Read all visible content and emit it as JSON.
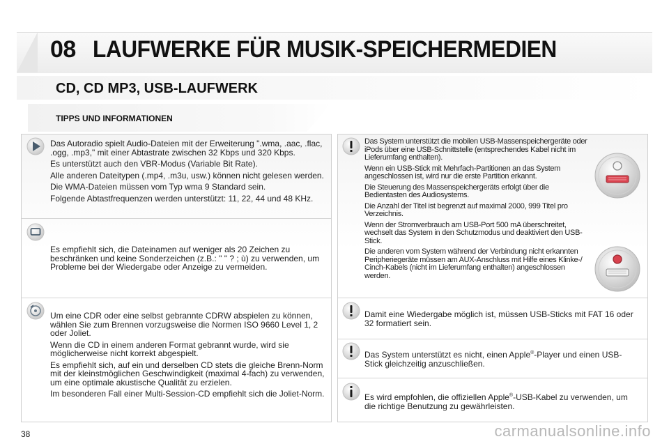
{
  "header": {
    "chapter_number": "08",
    "chapter_title": "LAUFWERKE FÜR MUSIK-SPEICHERMEDIEN",
    "section_title": "CD, CD MP3, USB-LAUFWERK",
    "subsection_title": "TIPPS UND INFORMATIONEN"
  },
  "left": {
    "block1": [
      "Das Autoradio spielt Audio-Dateien mit der Erweiterung \".wma, .aac, .flac, .ogg, .mp3,\" mit einer Abtastrate zwischen 32 Kbps und 320 Kbps.",
      "Es unterstützt auch den VBR-Modus (Variable Bit Rate).",
      "Alle anderen Dateitypen (.mp4, .m3u, usw.) können nicht gelesen werden.",
      "Die WMA-Dateien müssen vom Typ wma 9 Standard sein.",
      "Folgende Abtastfrequenzen werden unterstützt: 11, 22, 44 und 48 KHz."
    ],
    "block2": [
      "Es empfiehlt sich, die Dateinamen auf weniger als 20 Zeichen zu beschränken und keine Sonderzeichen (z.B.: \" \" ? ; ù) zu verwenden, um Probleme bei der Wiedergabe oder Anzeige zu vermeiden."
    ],
    "block3": [
      "Um eine CDR oder eine selbst gebrannte CDRW abspielen zu können, wählen Sie zum Brennen vorzugsweise die Normen ISO 9660 Level 1, 2 oder Joliet.",
      "Wenn die CD in einem anderen Format gebrannt wurde, wird sie möglicherweise nicht korrekt abgespielt.",
      "Es empfiehlt sich, auf ein und derselben CD stets die gleiche Brenn-Norm mit der kleinstmöglichen Geschwindigkeit (maximal 4-fach) zu verwenden, um eine optimale akustische Qualität zu erzielen.",
      "Im besonderen Fall einer Multi-Session-CD empfiehlt sich die Joliet-Norm."
    ]
  },
  "right": {
    "block1": [
      "Das System unterstützt die mobilen USB-Massenspeichergeräte oder iPods über eine USB-Schnittstelle (entsprechendes Kabel nicht im Lieferumfang enthalten).",
      "Wenn ein USB-Stick mit Mehrfach-Partitionen an das System angeschlossen ist, wird nur die erste Partition erkannt.",
      "Die Steuerung des Massenspeichergeräts erfolgt über die Bedientasten des Audiosystems.",
      "Die Anzahl der Titel ist begrenzt auf maximal 2000, 999 Titel pro Verzeichnis.",
      "Wenn der Stromverbrauch am USB-Port 500 mA überschreitet, wechselt das System in den Schutzmodus und deaktiviert den USB-Stick.",
      "Die anderen vom System während der Verbindung nicht erkannten Peripheriegeräte müssen am AUX-Anschluss mit Hilfe eines Klinke-/ Cinch-Kabels (nicht im Lieferumfang enthalten) angeschlossen werden."
    ],
    "block2": "Damit eine Wiedergabe möglich ist, müssen USB-Sticks mit FAT 16 oder 32 formatiert sein.",
    "block3_a": "Das System unterstützt es nicht, einen Apple",
    "block3_sup": "®",
    "block3_b": "-Player und einen USB-Stick gleichzeitig anzuschließen.",
    "block4_a": "Es wird empfohlen, die offiziellen Apple",
    "block4_sup": "®",
    "block4_b": "-USB-Kabel zu verwenden, um die richtige Benutzung zu gewährleisten."
  },
  "footer": {
    "page_number": "38",
    "watermark": "carmanualsonline.info"
  },
  "icons": {
    "play": "play-icon",
    "screen": "screen-icon",
    "disc": "disc-icon",
    "warning": "warning-icon",
    "info": "info-icon",
    "usb_port": "usb-port-icon"
  },
  "colors": {
    "usb_accent": "#d9424e",
    "panel_border": "#cfcfcf"
  }
}
